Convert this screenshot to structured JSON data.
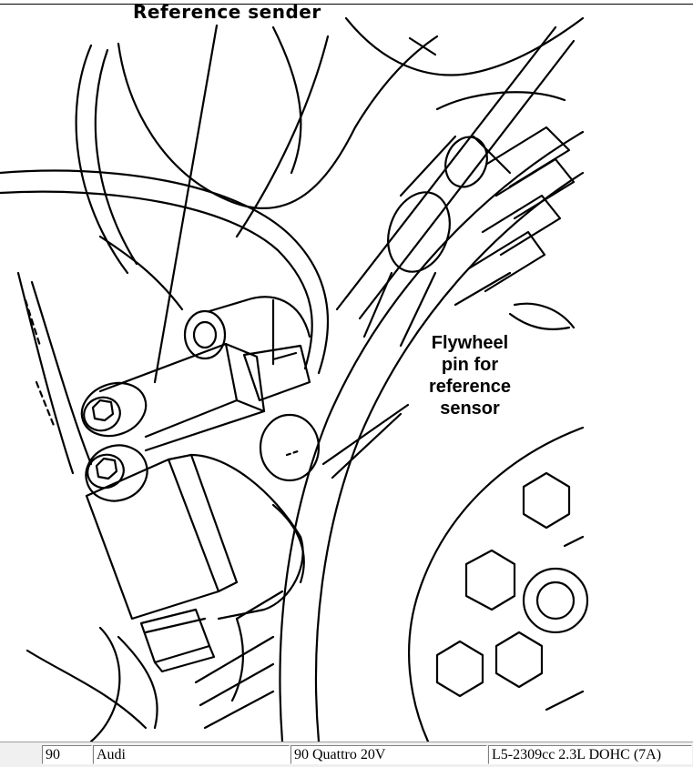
{
  "diagram": {
    "label_reference_sender": "Reference sender",
    "label_flywheel_pin": [
      "Flywheel",
      "pin for",
      "reference",
      "sensor"
    ]
  },
  "statusbar": {
    "col1": "90",
    "col2": "Audi",
    "col3": "90 Quattro 20V",
    "col4": "L5-2309cc 2.3L DOHC (7A)"
  }
}
